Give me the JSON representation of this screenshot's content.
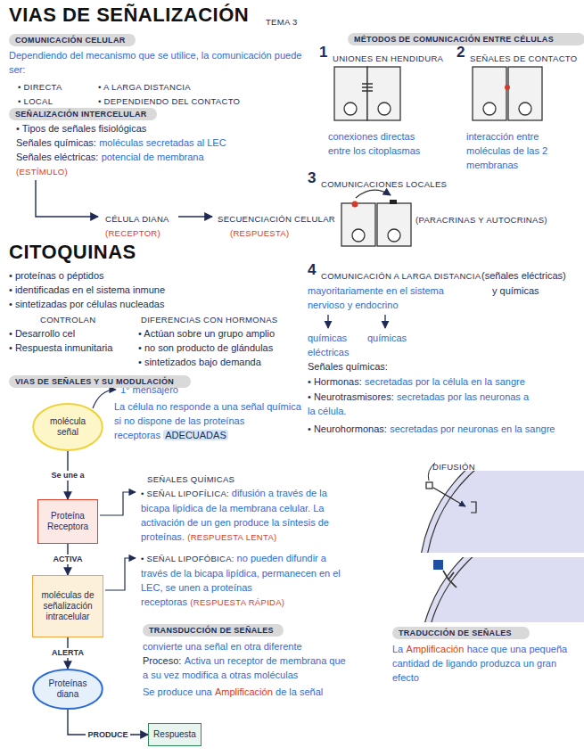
{
  "diagram": {
    "title": "VIAS DE SEÑALIZACIÓN",
    "nodes": [
      {
        "text": [
          "COMUNICACIÓN CELULAR"
        ]
      },
      {
        "text": [
          "MÉTODOS DE COMUNICACIÓN ENTRE CÉLULAS"
        ]
      },
      {
        "text": [
          "SEÑALIZACIÓN INTERCELULAR"
        ]
      },
      {
        "text": [
          "VIAS DE SEÑALES Y SU MODULACIÓN"
        ]
      },
      {
        "text": [
          "molécula señal"
        ]
      },
      {
        "text": [
          "Proteína Receptora"
        ]
      },
      {
        "text": [
          "moléculas de señalización intracelular"
        ]
      },
      {
        "text": [
          "TRANSDUCCIÓN DE SEÑALES"
        ]
      },
      {
        "text": [
          "TRADUCCIÓN DE SEÑALES"
        ]
      },
      {
        "text": [
          "Proteínas diana"
        ]
      },
      {
        "text": [
          "Respuesta"
        ]
      }
    ],
    "edges": [
      {
        "from": 4,
        "to": 5,
        "label": "Se une a",
        "arrow": "to"
      },
      {
        "from": 5,
        "to": 6,
        "label": "ACTIVA",
        "arrow": "to"
      },
      {
        "from": 6,
        "to": 9,
        "label": "ALERTA",
        "arrow": "to"
      },
      {
        "from": 9,
        "to": 10,
        "label": "PRODUCE",
        "arrow": "to"
      }
    ],
    "labels": [
      "TEMA 3",
      "Dependiendo del mecanismo que se utilice, la comunicación puede ser:",
      "• DIRECTA",
      "• A LARGA DISTANCIA",
      "• LOCAL",
      "• DEPENDIENDO DEL CONTACTO",
      "• Tipos de señales fisiológicas",
      "Señales químicas:",
      "moléculas secretadas al LEC",
      "Señales eléctricas:",
      "potencial de membrana",
      "(ESTÍMULO)",
      "CÉLULA DIANA",
      "SECUENCIACIÓN CELULAR",
      "(RECEPTOR)",
      "(RESPUESTA)",
      "CITOQUINAS",
      "• proteínas o péptidos",
      "• identificadas en el sistema inmune",
      "• sintetizadas por células nucleadas",
      "CONTROLAN",
      "• Desarrollo cel",
      "• Respuesta inmunitaria",
      "DIFERENCIAS CON HORMONAS",
      "• Actúan sobre un grupo amplio",
      "• no son producto de glándulas",
      "• sintetizados bajo demanda",
      "1° mensajero",
      "La célula no responde a una señal química si no dispone de las proteínas receptoras",
      "ADECUADAS",
      "SEÑALES QUÍMICAS",
      "• SEÑAL LIPOFÍLICA:",
      "difusión a través de la bicapa lipídica de la membrana celular. La activación de un gen produce la síntesis de proteínas.",
      "(RESPUESTA LENTA)",
      "• SEÑAL LIPOFÓBICA:",
      "no pueden difundir a través de la bicapa lipídica, permanecen en el LEC, se unen a proteínas receptoras",
      "(RESPUESTA RÁPIDA)",
      "convierte una señal en otra diferente",
      "Proceso:",
      "Activa un receptor de membrana que a su vez modifica a otras moléculas",
      "Se produce una",
      "Amplificación",
      "de la señal",
      "1",
      "UNIONES EN HENDIDURA",
      "2",
      "SEÑALES DE CONTACTO",
      "conexiones directas entre los citoplasmas",
      "interacción entre moléculas de las 2 membranas",
      "3",
      "COMUNICACIONES LOCALES",
      "(PARACRINAS Y AUTOCRINAS)",
      "4",
      "COMUNICACIÓN A LARGA DISTANCIA",
      "(señales eléctricas)",
      "mayoritariamente en el sistema nervioso y endocrino",
      "y químicas",
      "químicas eléctricas",
      "químicas",
      "Señales químicas:",
      "• Hormonas:",
      "secretadas por la célula en la sangre",
      "• Neurotrasmisores:",
      "secretadas por las neuronas a la célula.",
      "• Neurohormonas:",
      "secretadas por neuronas en la sangre",
      "DIFUSIÓN",
      "La",
      "Amplificación",
      "hace que una pequeña cantidad de ligando produzca un gran efecto"
    ]
  }
}
